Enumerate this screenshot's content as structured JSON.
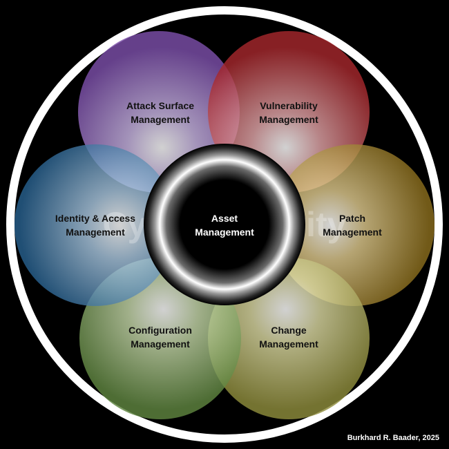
{
  "diagram": {
    "background_text": "Cyber Security",
    "center": {
      "line1": "Asset",
      "line2": "Management"
    },
    "petals": [
      {
        "id": "attack-surface",
        "line1": "Attack Surface",
        "line2": "Management",
        "color": "#8f69b9"
      },
      {
        "id": "vulnerability",
        "line1": "Vulnerability",
        "line2": "Management",
        "color": "#b83a3f"
      },
      {
        "id": "patch",
        "line1": "Patch",
        "line2": "Management",
        "color": "#a8892c"
      },
      {
        "id": "change",
        "line1": "Change",
        "line2": "Management",
        "color": "#a8a752"
      },
      {
        "id": "configuration",
        "line1": "Configuration",
        "line2": "Management",
        "color": "#7fa05a"
      },
      {
        "id": "identity-access",
        "line1": "Identity & Access",
        "line2": "Management",
        "color": "#3e7ba7"
      }
    ]
  },
  "credit": "Burkhard R. Baader, 2025"
}
